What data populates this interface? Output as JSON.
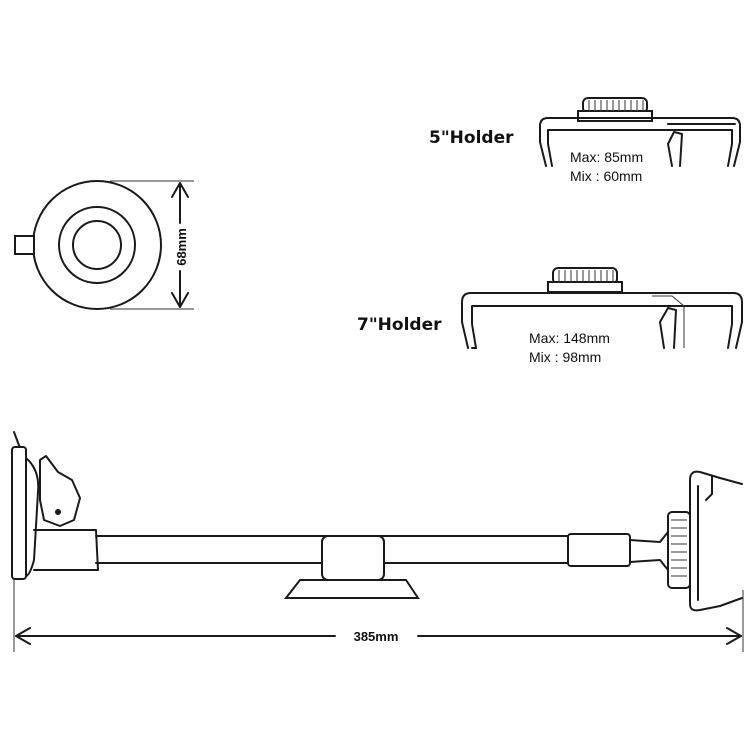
{
  "holder5": {
    "title": "5\"Holder",
    "max": "Max: 85mm",
    "min": "Mix : 60mm"
  },
  "holder7": {
    "title": "7\"Holder",
    "max": "Max: 148mm",
    "min": "Mix : 98mm"
  },
  "suction_cup": {
    "diameter": "68mm"
  },
  "mount": {
    "length": "385mm"
  }
}
